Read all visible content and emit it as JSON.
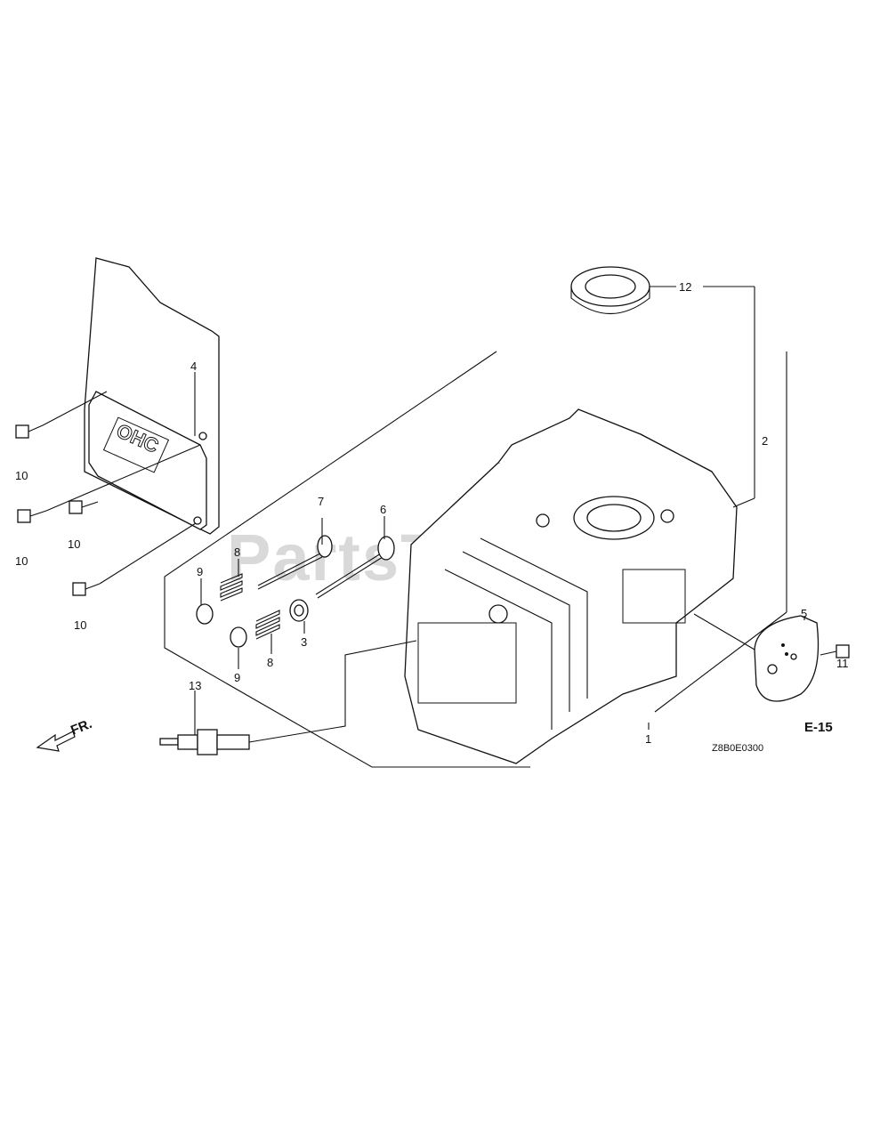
{
  "watermark": "PartsTree",
  "diagram_code": "Z8B0E0300",
  "reference": "E-15",
  "direction": "FR.",
  "callouts": [
    {
      "id": "c1",
      "text": "1"
    },
    {
      "id": "c2",
      "text": "2"
    },
    {
      "id": "c3",
      "text": "3"
    },
    {
      "id": "c4",
      "text": "4"
    },
    {
      "id": "c5",
      "text": "5"
    },
    {
      "id": "c6",
      "text": "6"
    },
    {
      "id": "c7",
      "text": "7"
    },
    {
      "id": "c8a",
      "text": "8"
    },
    {
      "id": "c8b",
      "text": "8"
    },
    {
      "id": "c9a",
      "text": "9"
    },
    {
      "id": "c9b",
      "text": "9"
    },
    {
      "id": "c10a",
      "text": "10"
    },
    {
      "id": "c10b",
      "text": "10"
    },
    {
      "id": "c10c",
      "text": "10"
    },
    {
      "id": "c10d",
      "text": "10"
    },
    {
      "id": "c11",
      "text": "11"
    },
    {
      "id": "c12",
      "text": "12"
    },
    {
      "id": "c13",
      "text": "13"
    }
  ],
  "cover_lettering": "OHC"
}
